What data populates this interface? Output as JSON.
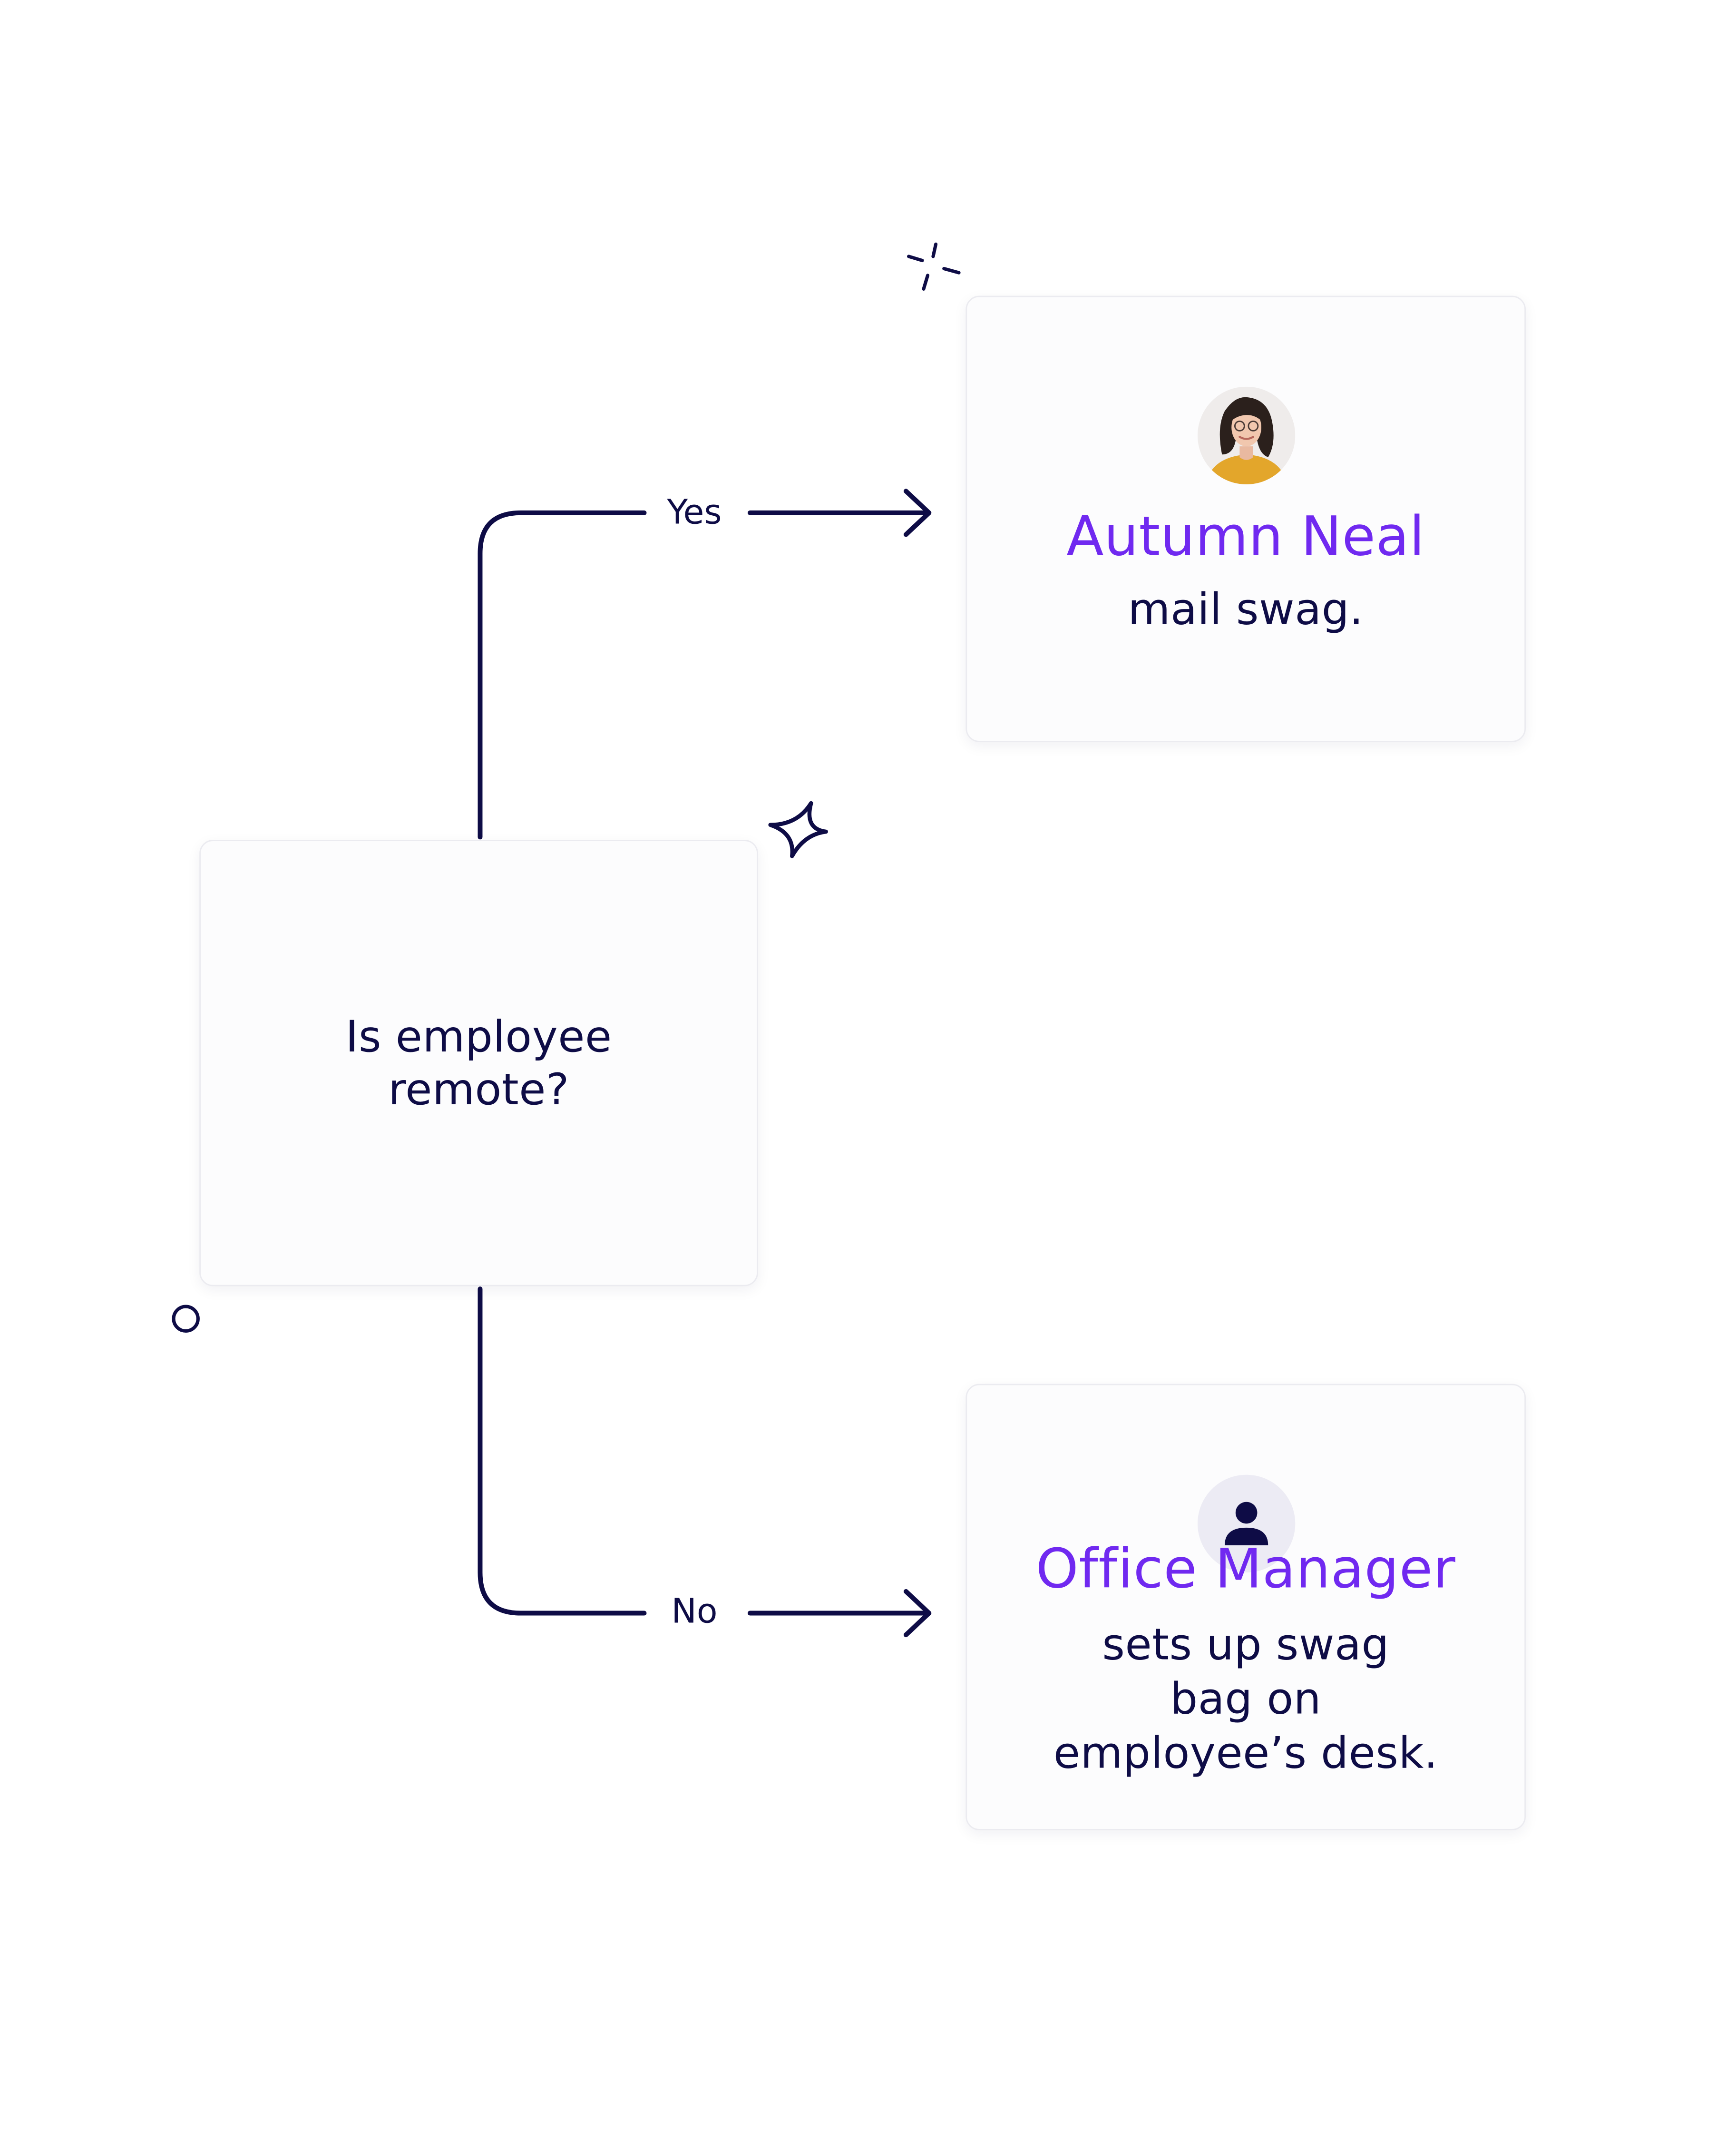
{
  "colors": {
    "connector": "#0e0c46",
    "owner_accent": "#7029f0",
    "card_background": "#fcfcfd",
    "card_border": "#ebebf0"
  },
  "decision": {
    "question": "Is employee\nremote?"
  },
  "branches": {
    "yes": {
      "label": "Yes",
      "owner": "Autumn Neal",
      "task": "mail swag.",
      "avatar": "person-photo"
    },
    "no": {
      "label": "No",
      "owner": "Office Manager",
      "task": "sets up swag\nbag on\nemployee’s desk.",
      "avatar": "user-icon"
    }
  },
  "decorations": [
    "sparkle-burst-icon",
    "four-point-star-icon",
    "ring-icon"
  ]
}
